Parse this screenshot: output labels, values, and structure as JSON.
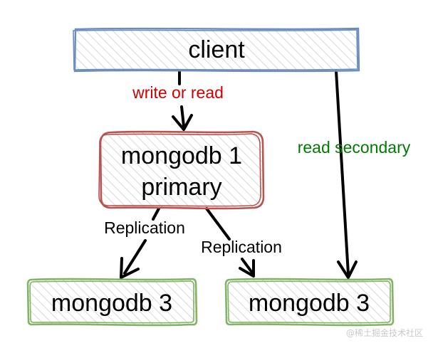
{
  "nodes": {
    "client": {
      "label": "client",
      "stroke": "#6c8ebf",
      "fill": "#dae8fc"
    },
    "primary": {
      "line1": "mongodb 1",
      "line2": "primary",
      "stroke": "#b85450",
      "fill": "#f8cecc"
    },
    "secondary_left": {
      "label": "mongodb 3",
      "stroke": "#82b366",
      "fill": "#d5e8d4"
    },
    "secondary_right": {
      "label": "mongodb 3",
      "stroke": "#82b366",
      "fill": "#d5e8d4"
    }
  },
  "edges": {
    "write_or_read": {
      "label": "write or read",
      "color": "#cc0000"
    },
    "read_secondary": {
      "label": "read secondary",
      "color": "#007a00"
    },
    "replication_left": {
      "label": "Replication",
      "color": "#000000"
    },
    "replication_right": {
      "label": "Replication",
      "color": "#000000"
    }
  },
  "watermark": "@稀土掘金技术社区"
}
